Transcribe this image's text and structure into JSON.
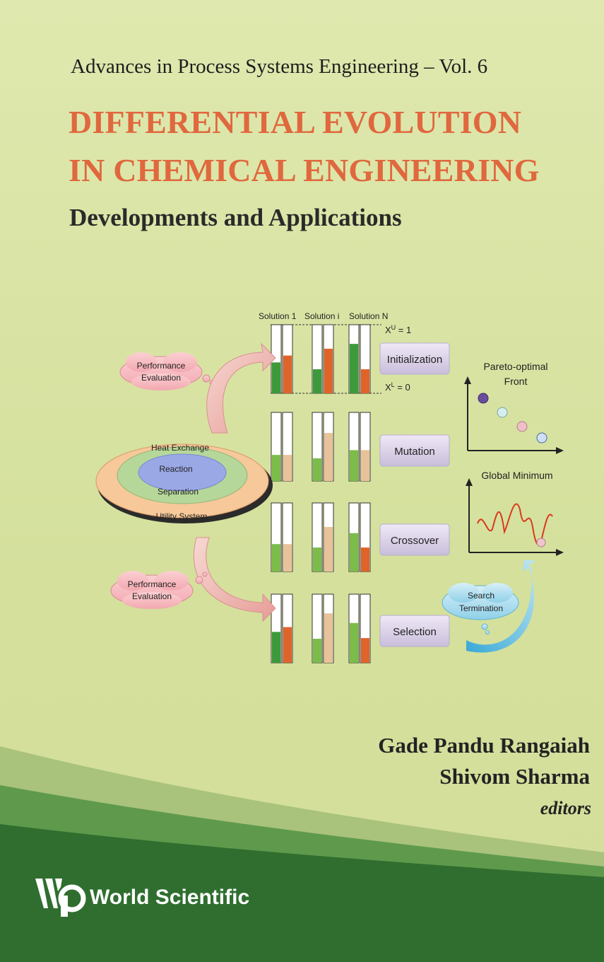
{
  "cover": {
    "series": "Advances in Process Systems Engineering – Vol. 6",
    "title_line1": "DIFFERENTIAL EVOLUTION",
    "title_line2": "IN CHEMICAL ENGINEERING",
    "subtitle": "Developments and Applications",
    "editor1": "Gade Pandu Rangaiah",
    "editor2": "Shivom Sharma",
    "editors_label": "editors",
    "publisher": "World Scientific"
  },
  "diagram": {
    "solution_headers": [
      "Solution 1",
      "Solution i",
      "Solution N"
    ],
    "upper_bound": "X",
    "upper_bound_sup": "U",
    "upper_bound_val": " = 1",
    "lower_bound": "X",
    "lower_bound_sup": "L",
    "lower_bound_val": " = 0",
    "steps": [
      "Initialization",
      "Mutation",
      "Crossover",
      "Selection"
    ],
    "performance_cloud": [
      "Performance",
      "Evaluation"
    ],
    "process_layers": [
      "Heat Exchange",
      "Reaction",
      "Separation",
      "Utility System"
    ],
    "pareto_title": [
      "Pareto-optimal",
      "Front"
    ],
    "global_min_title": "Global Minimum",
    "search_termination": [
      "Search",
      "Termination"
    ]
  },
  "colors": {
    "title_orange": "#e0683e",
    "bar_green": "#3d9a3a",
    "bar_orange": "#e0642a",
    "bar_light_green": "#7cbc4a",
    "bar_peach": "#e8c29a",
    "dark_green_band": "#2f6e2f"
  }
}
